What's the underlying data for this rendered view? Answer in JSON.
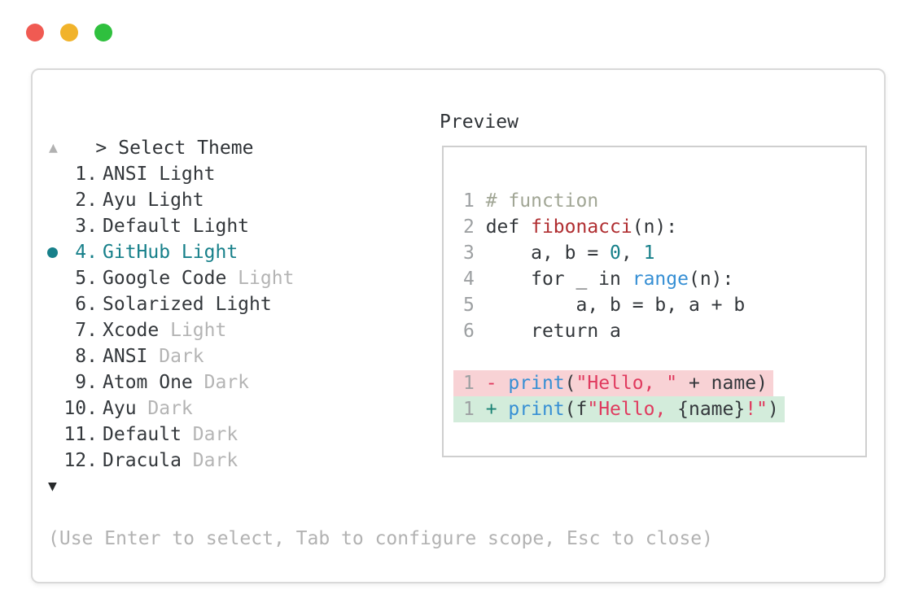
{
  "window": {
    "controls": {
      "close_color": "#f05a52",
      "minimize_color": "#f1b32b",
      "maximize_color": "#2fc03e"
    }
  },
  "colors": {
    "accent_teal": "#17808a",
    "text_dark": "#33373b",
    "text_muted": "#b4b4b4",
    "line_number_gray": "#9da0a2",
    "comment_green_gray": "#a1a695",
    "function_red": "#b02e31",
    "builtin_blue": "#368fd4",
    "string_crimson": "#e03a5e",
    "diff_plus_teal": "#1b8274",
    "diff_removed_bg": "#f8d2d5",
    "diff_added_bg": "#d3ecdb",
    "panel_border": "#d9d9d9",
    "preview_border": "#cfcfcf"
  },
  "prompt": {
    "marker": ">",
    "title": "Select Theme"
  },
  "scroll": {
    "up_glyph": "▲",
    "down_glyph": "▼"
  },
  "theme_list": {
    "items": [
      {
        "number": "1.",
        "selected": false,
        "parts": [
          {
            "text": "ANSI Light",
            "muted": false
          }
        ]
      },
      {
        "number": "2.",
        "selected": false,
        "parts": [
          {
            "text": "Ayu Light",
            "muted": false
          }
        ]
      },
      {
        "number": "3.",
        "selected": false,
        "parts": [
          {
            "text": "Default Light",
            "muted": false
          }
        ]
      },
      {
        "number": "4.",
        "selected": true,
        "parts": [
          {
            "text": "GitHub Light",
            "muted": false
          }
        ]
      },
      {
        "number": "5.",
        "selected": false,
        "parts": [
          {
            "text": "Google Code ",
            "muted": false
          },
          {
            "text": "Light",
            "muted": true
          }
        ]
      },
      {
        "number": "6.",
        "selected": false,
        "parts": [
          {
            "text": "Solarized Light",
            "muted": false
          }
        ]
      },
      {
        "number": "7.",
        "selected": false,
        "parts": [
          {
            "text": "Xcode ",
            "muted": false
          },
          {
            "text": "Light",
            "muted": true
          }
        ]
      },
      {
        "number": "8.",
        "selected": false,
        "parts": [
          {
            "text": "ANSI ",
            "muted": false
          },
          {
            "text": "Dark",
            "muted": true
          }
        ]
      },
      {
        "number": "9.",
        "selected": false,
        "parts": [
          {
            "text": "Atom One ",
            "muted": false
          },
          {
            "text": "Dark",
            "muted": true
          }
        ]
      },
      {
        "number": "10.",
        "selected": false,
        "parts": [
          {
            "text": "Ayu ",
            "muted": false
          },
          {
            "text": "Dark",
            "muted": true
          }
        ]
      },
      {
        "number": "11.",
        "selected": false,
        "parts": [
          {
            "text": "Default ",
            "muted": false
          },
          {
            "text": "Dark",
            "muted": true
          }
        ]
      },
      {
        "number": "12.",
        "selected": false,
        "parts": [
          {
            "text": "Dracula ",
            "muted": false
          },
          {
            "text": "Dark",
            "muted": true
          }
        ]
      }
    ]
  },
  "preview": {
    "label": "Preview",
    "lines": [
      {
        "no": "1",
        "tokens": [
          {
            "t": "# function",
            "c": "comment"
          }
        ]
      },
      {
        "no": "2",
        "tokens": [
          {
            "t": "def ",
            "c": "code"
          },
          {
            "t": "fibonacci",
            "c": "func"
          },
          {
            "t": "(n):",
            "c": "code"
          }
        ]
      },
      {
        "no": "3",
        "tokens": [
          {
            "t": "    a, b = ",
            "c": "code"
          },
          {
            "t": "0",
            "c": "num"
          },
          {
            "t": ", ",
            "c": "code"
          },
          {
            "t": "1",
            "c": "num"
          }
        ]
      },
      {
        "no": "4",
        "tokens": [
          {
            "t": "    for _ in ",
            "c": "code"
          },
          {
            "t": "range",
            "c": "builtin"
          },
          {
            "t": "(n):",
            "c": "code"
          }
        ]
      },
      {
        "no": "5",
        "tokens": [
          {
            "t": "        a, b = b, a + b",
            "c": "code"
          }
        ]
      },
      {
        "no": "6",
        "tokens": [
          {
            "t": "    return a",
            "c": "code"
          }
        ]
      },
      {
        "no": "",
        "tokens": []
      },
      {
        "no": "1",
        "diff": "removed",
        "tokens": [
          {
            "t": "- ",
            "c": "del"
          },
          {
            "t": "print",
            "c": "builtin"
          },
          {
            "t": "(",
            "c": "code"
          },
          {
            "t": "\"Hello, \"",
            "c": "string"
          },
          {
            "t": " + name)",
            "c": "code"
          }
        ]
      },
      {
        "no": "1",
        "diff": "added",
        "tokens": [
          {
            "t": "+ ",
            "c": "add"
          },
          {
            "t": "print",
            "c": "builtin"
          },
          {
            "t": "(f",
            "c": "code"
          },
          {
            "t": "\"Hello, ",
            "c": "string"
          },
          {
            "t": "{name}",
            "c": "code"
          },
          {
            "t": "!\"",
            "c": "string"
          },
          {
            "t": ")",
            "c": "code"
          }
        ]
      }
    ]
  },
  "hint": "(Use Enter to select, Tab to configure scope, Esc to close)"
}
